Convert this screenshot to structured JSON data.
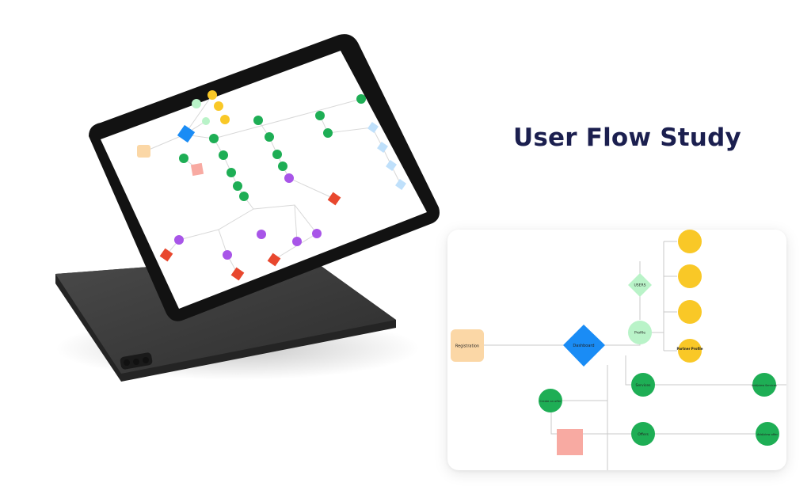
{
  "page": {
    "title": "User Flow Study"
  },
  "flow": {
    "registration": "Registration",
    "dashboard": "Dashboard",
    "users": "USERS",
    "profile": "Profile",
    "services": "Services",
    "create_offer": "Create an offer",
    "offers": "Offers",
    "add_view_services": "Add/view Services",
    "add_view_offer": "Add/view offer",
    "partner_profile": "Partner Profile"
  },
  "colors": {
    "green": "#1eae55",
    "light_green": "#b9f3c8",
    "yellow": "#f9c827",
    "orange_box": "#fbd7a6",
    "pink_box": "#f8aaa2",
    "blue_diamond": "#1a8cf5",
    "purple": "#a855e8",
    "red_diamond": "#e8472e",
    "title": "#1b1f4f"
  }
}
